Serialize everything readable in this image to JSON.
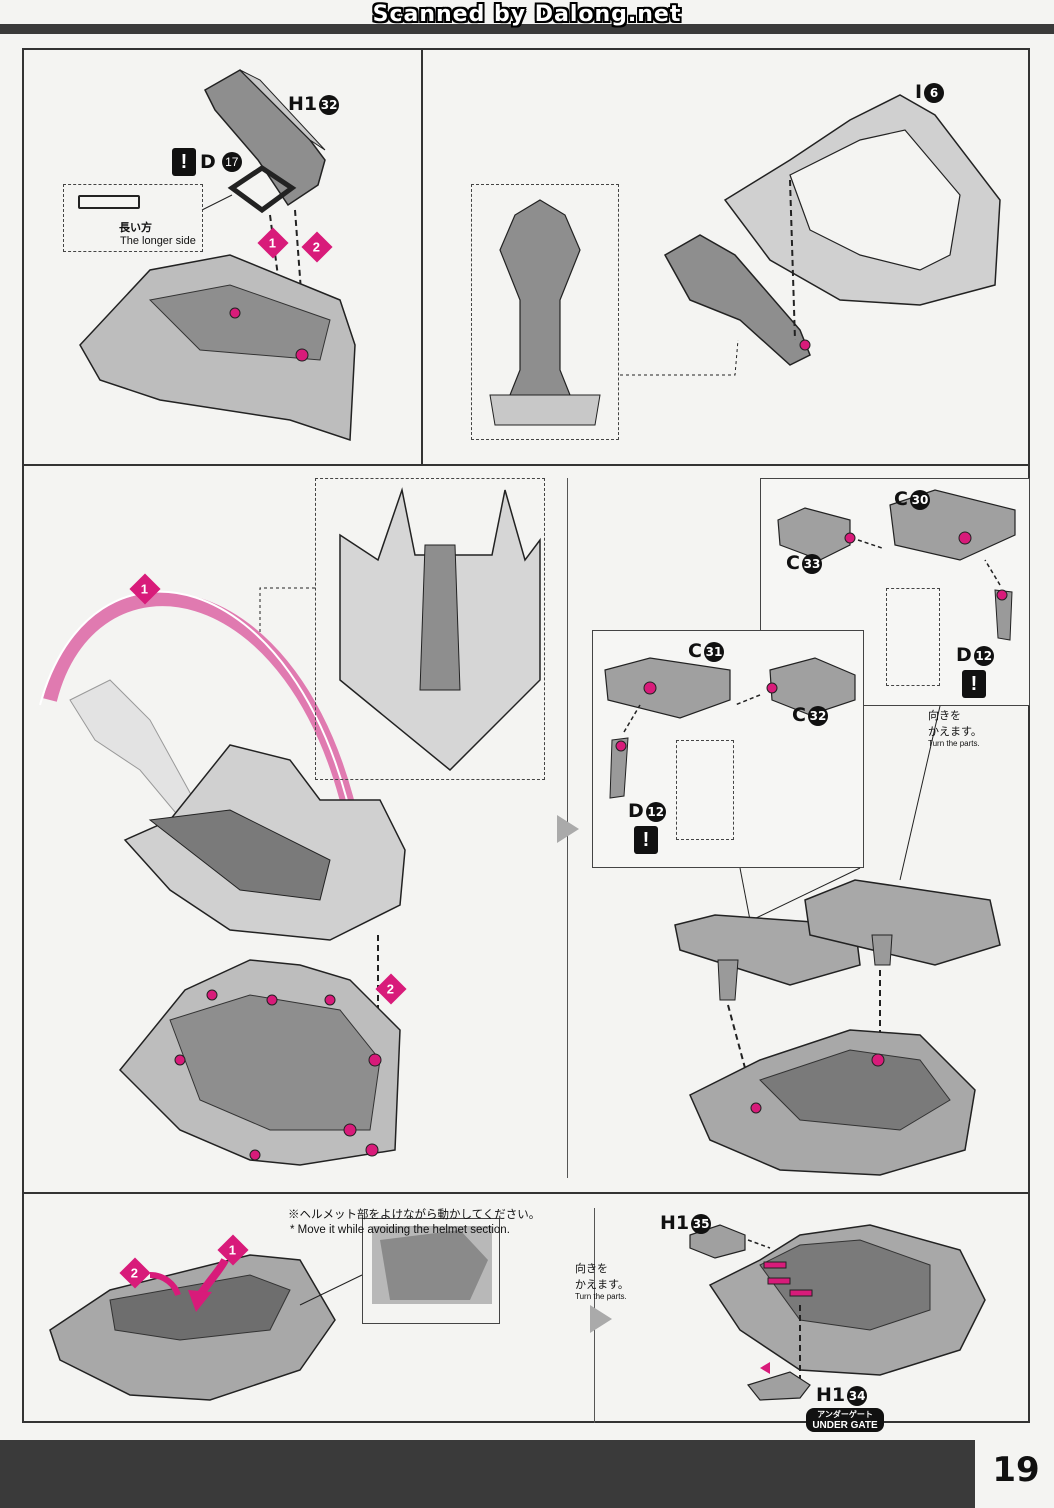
{
  "header": {
    "scan_credit": "Scanned by Dalong.net"
  },
  "page_number": "19",
  "panel1": {
    "part_h1": "H1",
    "part_h1_num": "32",
    "part_d": "D",
    "part_d_num": "17",
    "note_jp": "長い方",
    "note_en": "The longer side",
    "step1": "1",
    "step2": "2"
  },
  "panel2": {
    "part_i": "I",
    "part_i_num": "6"
  },
  "panel3": {
    "step1": "1",
    "step2": "2"
  },
  "panel4": {
    "c30": "C",
    "c30_num": "30",
    "c33": "C",
    "c33_num": "33",
    "d12a": "D",
    "d12a_num": "12",
    "c31": "C",
    "c31_num": "31",
    "c32": "C",
    "c32_num": "32",
    "d12b": "D",
    "d12b_num": "12",
    "turn_jp_1": "向きを",
    "turn_jp_2": "かえます。",
    "turn_en": "Turn the parts."
  },
  "panel5": {
    "note_jp": "※ヘルメット部をよけながら動かしてください。",
    "note_en": "* Move it while avoiding the helmet section.",
    "step1": "1",
    "step2": "2"
  },
  "panel6": {
    "turn_jp_1": "向きを",
    "turn_jp_2": "かえます。",
    "turn_en": "Turn the parts.",
    "h1_top": "H1",
    "h1_top_num": "35",
    "h1_bot": "H1",
    "h1_bot_num": "34",
    "gate_jp": "アンダーゲート",
    "gate_en": "UNDER GATE"
  },
  "colors": {
    "accent": "#d81b7a",
    "frame": "#333333",
    "part": "#9a9a9a"
  }
}
